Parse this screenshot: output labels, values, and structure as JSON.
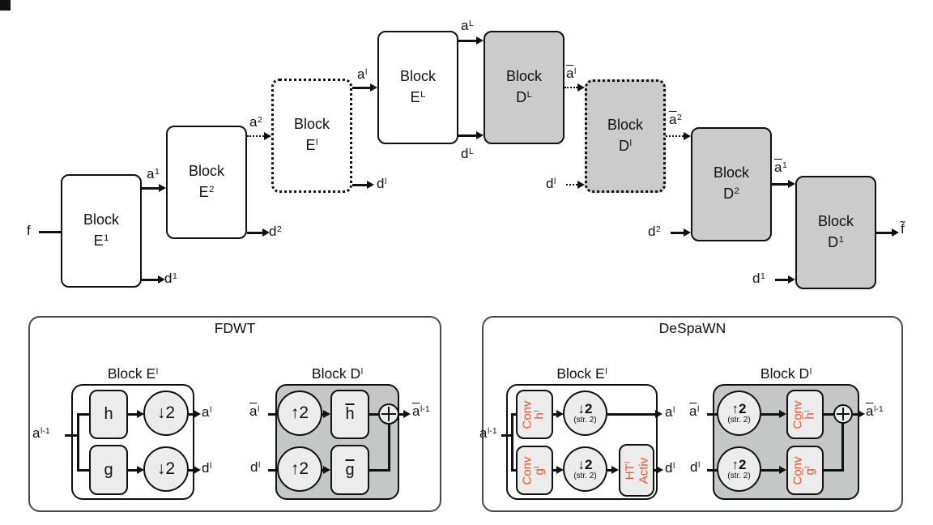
{
  "colors": {
    "line_black": "#111111",
    "decoder_gray": "#CBCBCB",
    "inner_decoder_gray": "#C5C6C6",
    "component_gray": "#ECECEC",
    "panel_border": "#4A4A4A",
    "accent_orange": "#FA5226"
  },
  "icons": {
    "sum_icon": "⊕",
    "down_arrow": "↓",
    "up_arrow": "↑"
  },
  "top": {
    "blocks": {
      "e1": {
        "line1": "Block",
        "line2": [
          {
            "t": "E"
          },
          {
            "t": "1",
            "sup": true
          }
        ]
      },
      "e2": {
        "line1": "Block",
        "line2": [
          {
            "t": "E"
          },
          {
            "t": "2",
            "sup": true
          }
        ]
      },
      "el": {
        "line1": "Block",
        "line2": [
          {
            "t": "E"
          },
          {
            "t": "l",
            "sup": true
          }
        ]
      },
      "eL": {
        "line1": "Block",
        "line2": [
          {
            "t": "E"
          },
          {
            "t": "L",
            "sup": true
          }
        ]
      },
      "dL": {
        "line1": "Block",
        "line2": [
          {
            "t": "D"
          },
          {
            "t": "L",
            "sup": true
          }
        ]
      },
      "dl": {
        "line1": "Block",
        "line2": [
          {
            "t": "D"
          },
          {
            "t": "l",
            "sup": true
          }
        ]
      },
      "d2": {
        "line1": "Block",
        "line2": [
          {
            "t": "D"
          },
          {
            "t": "2",
            "sup": true
          }
        ]
      },
      "d1": {
        "line1": "Block",
        "line2": [
          {
            "t": "D"
          },
          {
            "t": "1",
            "sup": true
          }
        ]
      }
    },
    "labels": {
      "f_in": [
        {
          "t": "f"
        }
      ],
      "a1": [
        {
          "t": "a"
        },
        {
          "t": "1",
          "sup": true
        }
      ],
      "d1_out": [
        {
          "t": "d"
        },
        {
          "t": "1",
          "sup": true
        }
      ],
      "a2": [
        {
          "t": "a"
        },
        {
          "t": "2",
          "sup": true
        }
      ],
      "d2_out": [
        {
          "t": "d"
        },
        {
          "t": "2",
          "sup": true
        }
      ],
      "al": [
        {
          "t": "a"
        },
        {
          "t": "l",
          "sup": true
        }
      ],
      "dl_out": [
        {
          "t": "d"
        },
        {
          "t": "l",
          "sup": true
        }
      ],
      "aL": [
        {
          "t": "a"
        },
        {
          "t": "L",
          "sup": true
        }
      ],
      "dL": [
        {
          "t": "d"
        },
        {
          "t": "L",
          "sup": true
        }
      ],
      "abar_l": [
        {
          "t": "a",
          "bar": true
        },
        {
          "t": "l",
          "sup": true
        }
      ],
      "dl_in": [
        {
          "t": "d"
        },
        {
          "t": "l",
          "sup": true
        }
      ],
      "abar2": [
        {
          "t": "a",
          "bar": true
        },
        {
          "t": "2",
          "sup": true
        }
      ],
      "d2_in": [
        {
          "t": "d"
        },
        {
          "t": "2",
          "sup": true
        }
      ],
      "abar1": [
        {
          "t": "a",
          "bar": true
        },
        {
          "t": "1",
          "sup": true
        }
      ],
      "d1_in": [
        {
          "t": "d"
        },
        {
          "t": "1",
          "sup": true
        }
      ],
      "f_out": [
        {
          "t": "f̃"
        }
      ]
    }
  },
  "fdwt": {
    "title": "FDWT",
    "enc_label": [
      {
        "t": "Block E"
      },
      {
        "t": "l",
        "sup": true
      }
    ],
    "dec_label": [
      {
        "t": "Block D"
      },
      {
        "t": "l",
        "sup": true
      }
    ],
    "h": [
      {
        "t": "h"
      }
    ],
    "g": [
      {
        "t": "g"
      }
    ],
    "hbar": [
      {
        "t": "h",
        "bar": true
      }
    ],
    "gbar": [
      {
        "t": "g",
        "bar": true
      }
    ],
    "down2": [
      {
        "t": "↓2"
      }
    ],
    "up2": [
      {
        "t": "↑2"
      }
    ],
    "a_in": [
      {
        "t": "a"
      },
      {
        "t": "l-1",
        "sup": true
      }
    ],
    "a_out": [
      {
        "t": "a"
      },
      {
        "t": "l",
        "sup": true
      }
    ],
    "d_out": [
      {
        "t": "d"
      },
      {
        "t": "l",
        "sup": true
      }
    ],
    "abar_in": [
      {
        "t": "a",
        "bar": true
      },
      {
        "t": "l",
        "sup": true
      }
    ],
    "d_in": [
      {
        "t": "d"
      },
      {
        "t": "l",
        "sup": true
      }
    ],
    "abar_out": [
      {
        "t": "a",
        "bar": true
      },
      {
        "t": "l-1",
        "sup": true
      }
    ]
  },
  "despawn": {
    "title": "DeSpaWN",
    "enc_label": [
      {
        "t": "Block E"
      },
      {
        "t": "l",
        "sup": true
      }
    ],
    "dec_label": [
      {
        "t": "Block D"
      },
      {
        "t": "l",
        "sup": true
      }
    ],
    "conv_h": {
      "l1": [
        {
          "t": "Conv"
        }
      ],
      "l2": [
        {
          "t": "h"
        },
        {
          "t": "l",
          "sup": true
        }
      ]
    },
    "conv_g": {
      "l1": [
        {
          "t": "Conv"
        }
      ],
      "l2": [
        {
          "t": "g"
        },
        {
          "t": "l",
          "sup": true
        }
      ]
    },
    "conv_hbar": {
      "l1": [
        {
          "t": "Conv"
        }
      ],
      "l2": [
        {
          "t": "h",
          "bar": true
        },
        {
          "t": "l",
          "sup": true
        }
      ]
    },
    "conv_gbar": {
      "l1": [
        {
          "t": "Conv"
        }
      ],
      "l2": [
        {
          "t": "g",
          "bar": true
        },
        {
          "t": "l",
          "sup": true
        }
      ]
    },
    "ht": {
      "l1": [
        {
          "t": "HT"
        },
        {
          "t": "l",
          "sup": true
        }
      ],
      "l2": [
        {
          "t": "Activ"
        }
      ]
    },
    "down2": [
      {
        "t": "↓2"
      }
    ],
    "up2": [
      {
        "t": "↑2"
      }
    ],
    "stride": "(str. 2)",
    "a_in": [
      {
        "t": "a"
      },
      {
        "t": "l-1",
        "sup": true
      }
    ],
    "a_out": [
      {
        "t": "a"
      },
      {
        "t": "l",
        "sup": true
      }
    ],
    "d_out": [
      {
        "t": "d"
      },
      {
        "t": "l",
        "sup": true
      }
    ],
    "abar_in": [
      {
        "t": "a",
        "bar": true
      },
      {
        "t": "l",
        "sup": true
      }
    ],
    "d_in": [
      {
        "t": "d"
      },
      {
        "t": "l",
        "sup": true
      }
    ],
    "abar_out": [
      {
        "t": "a",
        "bar": true
      },
      {
        "t": "l-1",
        "sup": true
      }
    ]
  }
}
